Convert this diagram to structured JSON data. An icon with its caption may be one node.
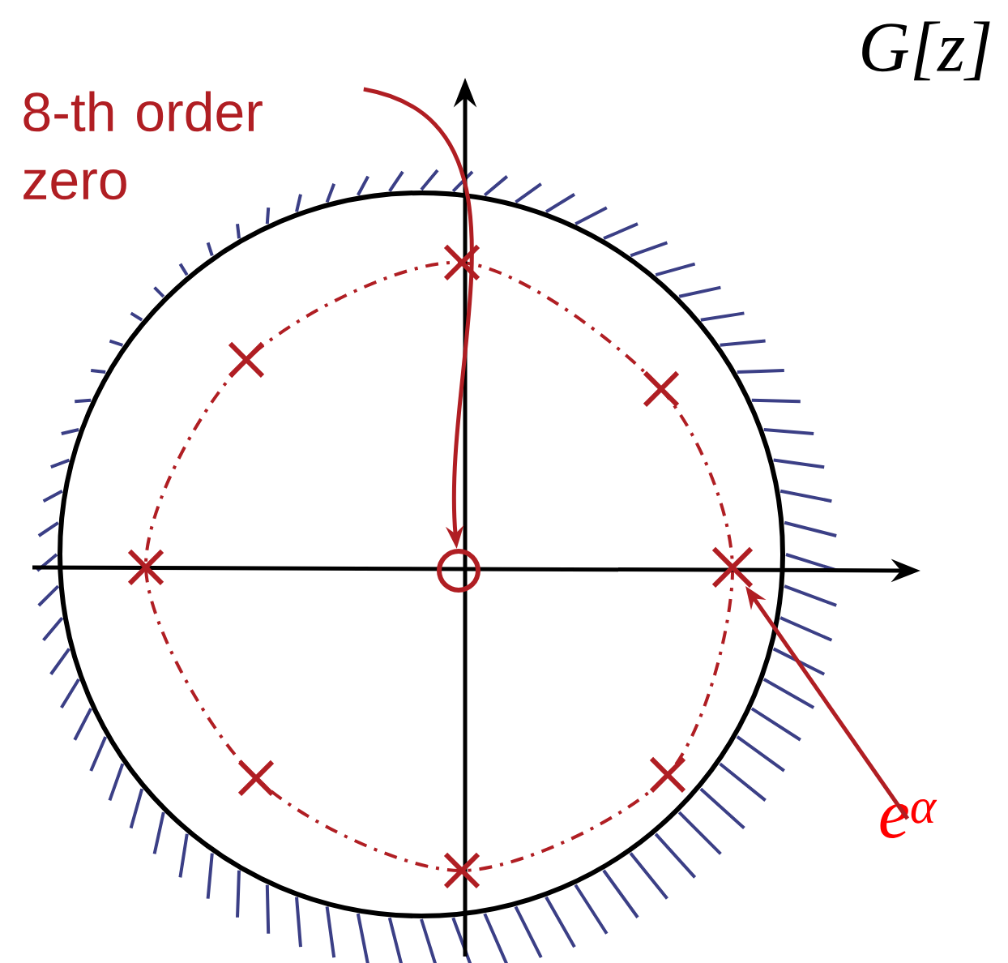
{
  "diagram": {
    "nodes": [
      {
        "text": [
          "8-th order zero"
        ]
      },
      {
        "text": [],
        "shape": "circle"
      },
      {
        "text": [
          "e$^{α}$"
        ]
      },
      {
        "text": [],
        "shape": "cross"
      }
    ],
    "edges": [
      {
        "from": 0,
        "to": 1,
        "arrow": "to"
      },
      {
        "from": 2,
        "to": 3,
        "arrow": "to"
      }
    ],
    "labels": [
      "G[z]"
    ]
  }
}
